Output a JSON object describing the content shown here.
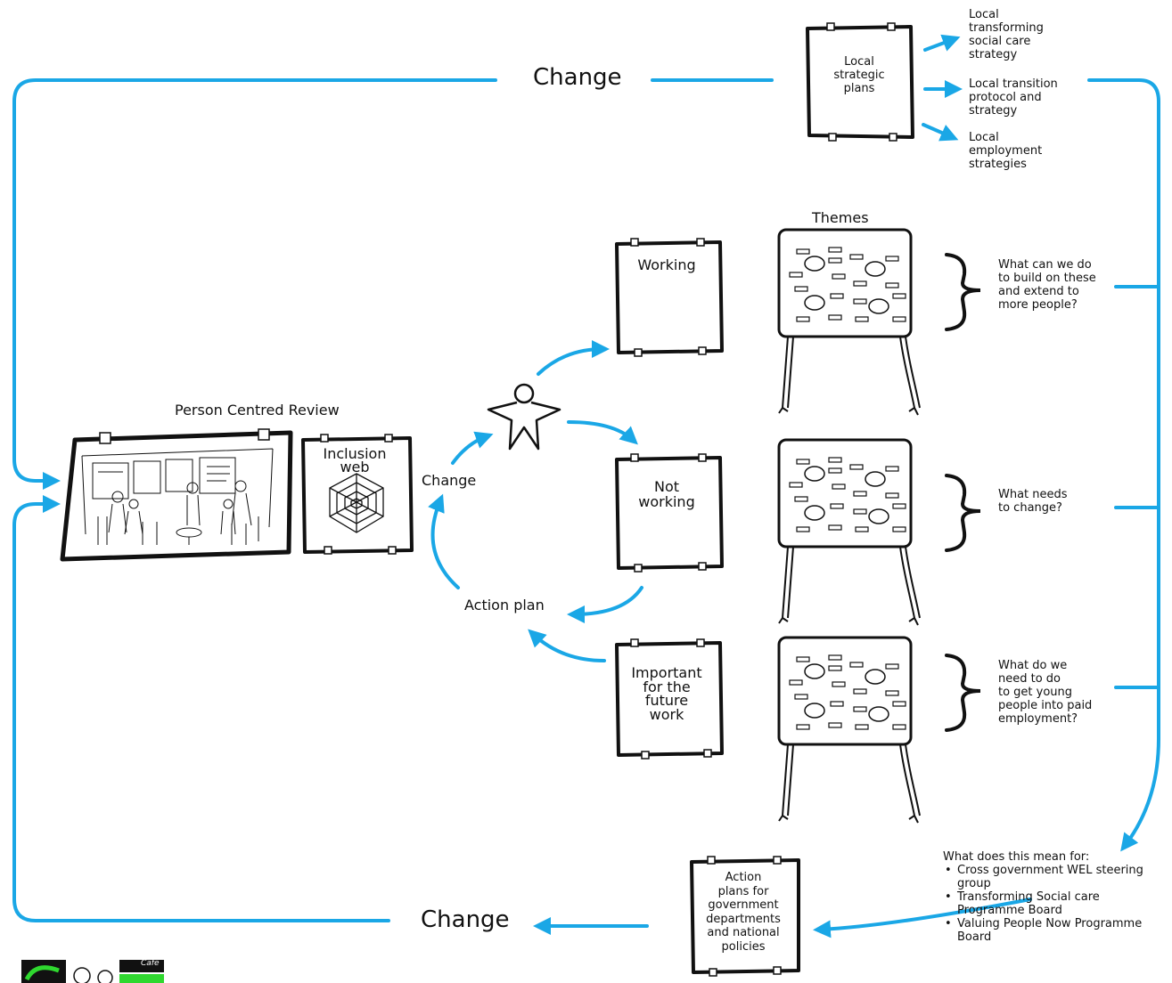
{
  "labels": {
    "change_top": "Change",
    "change_bottom": "Change",
    "change_mid": "Change",
    "action_plan": "Action plan",
    "person_centred_review": "Person Centred Review",
    "inclusion_web": [
      "Inclusion",
      "web"
    ],
    "themes": "Themes"
  },
  "boxes": {
    "local_strategic": [
      "Local",
      "strategic",
      "plans"
    ],
    "working": [
      "Working"
    ],
    "not_working": [
      "Not",
      "working"
    ],
    "important": [
      "Important",
      "for the",
      "future",
      "work"
    ],
    "action_plans": [
      "Action",
      "plans for",
      "government",
      "departments",
      "and national",
      "policies"
    ]
  },
  "local_outputs": [
    [
      "Local",
      "transforming",
      "social care",
      "strategy"
    ],
    [
      "Local transition",
      "protocol and",
      "strategy"
    ],
    [
      "Local",
      "employment",
      "strategies"
    ]
  ],
  "questions": [
    [
      "What can we do",
      "to build on these",
      "and extend to",
      "more people?"
    ],
    [
      "What needs",
      "to change?"
    ],
    [
      "What do we",
      "need to do",
      "to get young",
      "people into paid",
      "employment?"
    ]
  ],
  "meaning": {
    "heading": "What does this mean for:",
    "items": [
      [
        "Cross government WEL steering",
        "group"
      ],
      [
        "Transforming Social care",
        "Programme Board"
      ],
      [
        "Valuing People Now Programme",
        "Board"
      ]
    ]
  },
  "logo": {
    "text": "Cafe",
    "colors": [
      "#111111",
      "#2fd82f"
    ]
  },
  "colors": {
    "arrow": "#1aa7e6",
    "ink": "#111111"
  }
}
